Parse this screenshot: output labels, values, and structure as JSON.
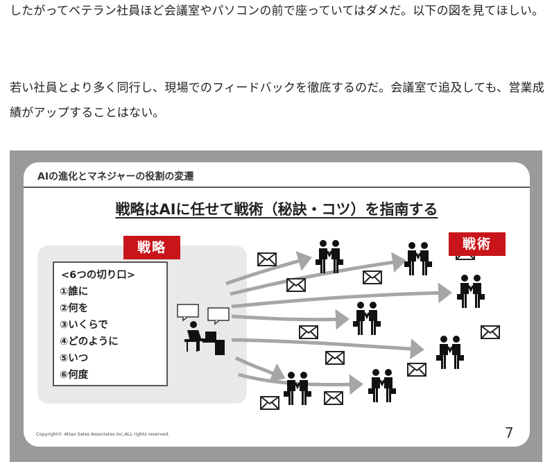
{
  "article": {
    "paragraph1": "したがってベテラン社員ほど会議室やパソコンの前で座っていてはダメだ。以下の図を見てほしい。",
    "paragraph2": "若い社員とより多く同行し、現場でのフィードバックを徹底するのだ。会議室で追及しても、営業成績がアップすることはない。"
  },
  "slide": {
    "title": "AIの進化とマネジャーの役割の変遷",
    "headline": "戦略はAIに任せて戦術（秘訣・コツ）を指南する",
    "strategy_label": "戦略",
    "tactics_label": "戦術",
    "list_heading": "<6つの切り口>",
    "list_items": [
      "①誰に",
      "②何を",
      "③いくらで",
      "④どのように",
      "⑤いつ",
      "⑥何度"
    ],
    "copyright": "Copyright© Attax Sales Associates Inc.ALL rights reserved.",
    "page_number": "7"
  },
  "icons": {
    "manager": "person-at-computer-icon",
    "handshake": "handshake-pair-icon",
    "envelope": "envelope-icon",
    "arrow": "gray-arrow"
  },
  "colors": {
    "accent_red": "#c8151b",
    "panel_gray": "#e9e9e9",
    "frame_gray": "#9a9a9a",
    "arrow_gray": "#a6a6a6"
  }
}
